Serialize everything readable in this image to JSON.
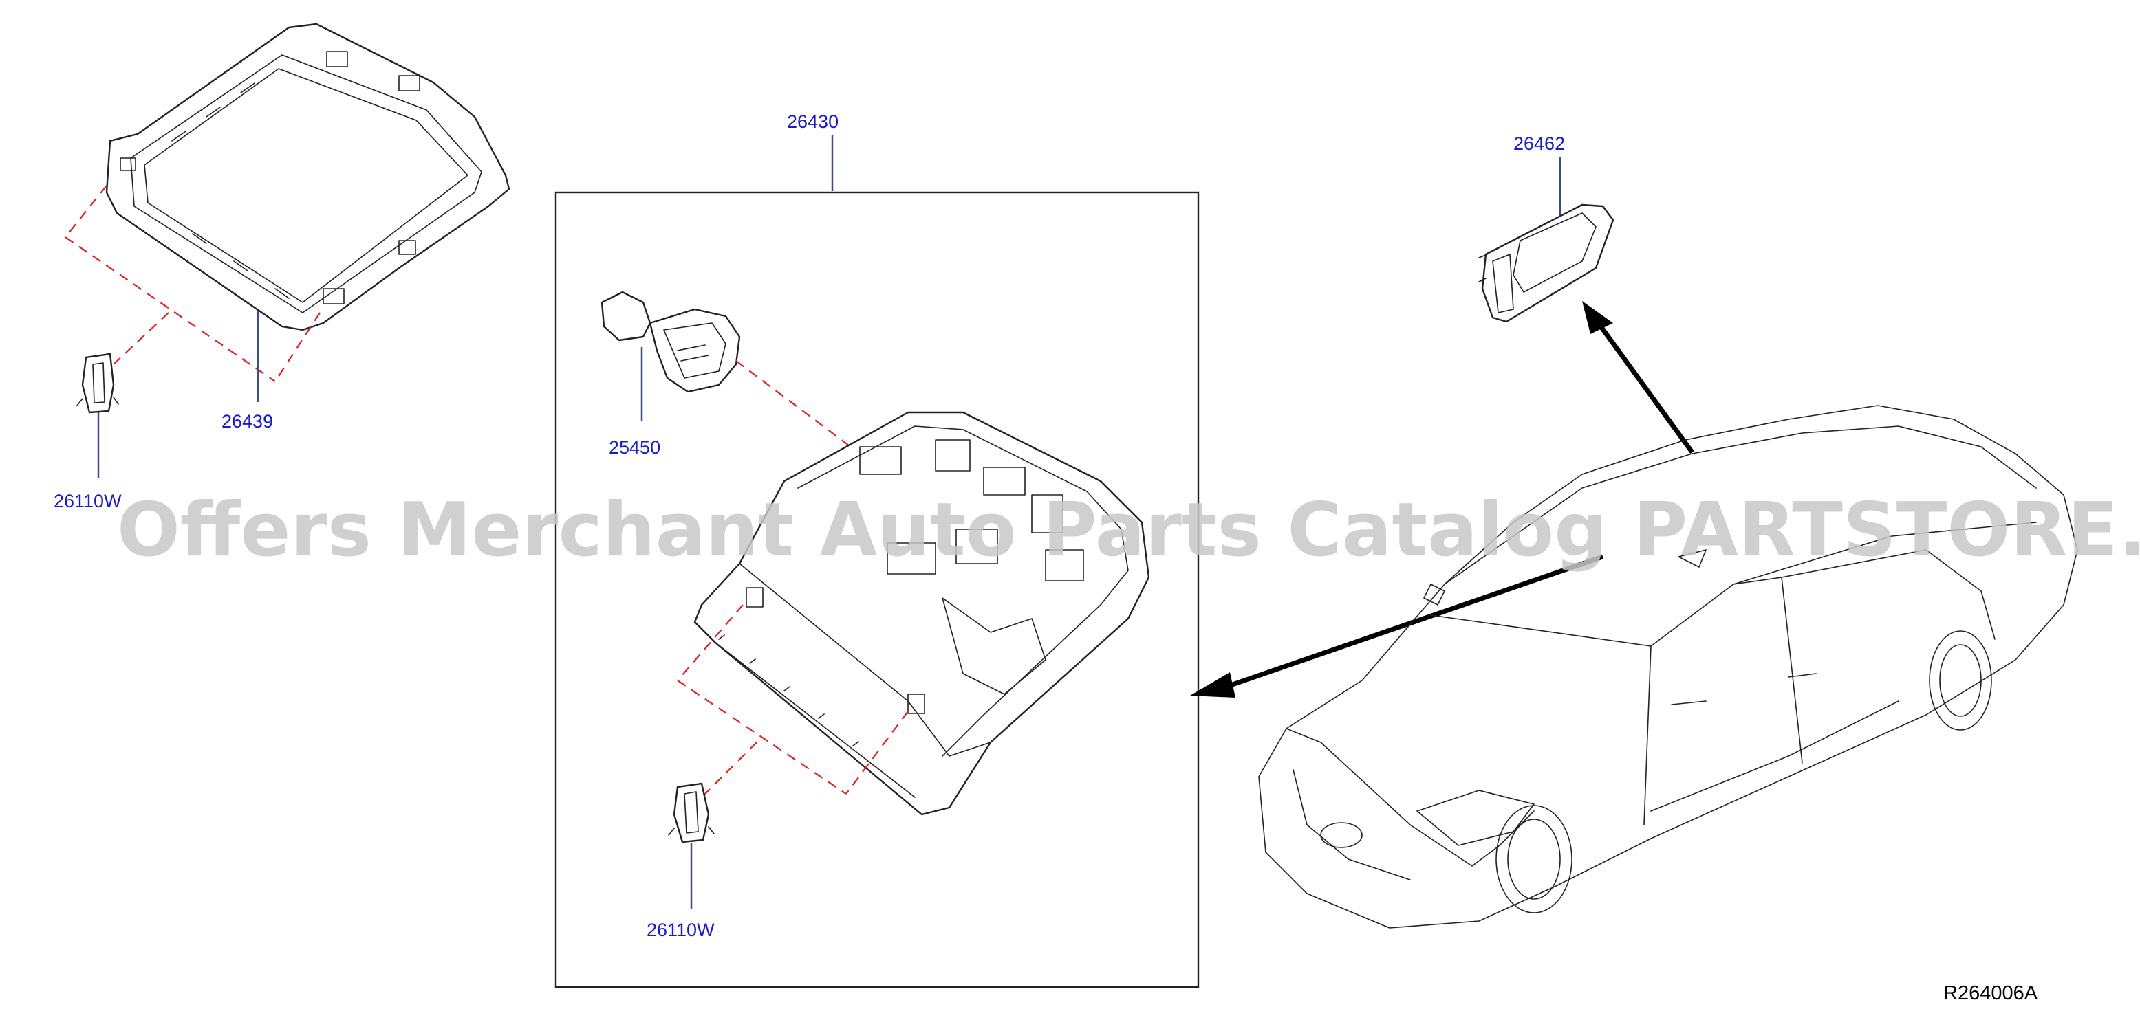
{
  "diagram": {
    "labels": {
      "frame_26439": "26439",
      "clip_left": "26110W",
      "assembly": "26430",
      "bulb_socket": "25450",
      "clip_center": "26110W",
      "room_lamp": "26462"
    },
    "reference_code": "R264006A",
    "watermark": "Offers Merchant Auto Parts Catalog PARTSTORE.SA"
  },
  "colors": {
    "label": "#1a1acc",
    "leader": "#3a4f8a",
    "dash": "#e02020",
    "watermark": "#c8c8c8"
  }
}
